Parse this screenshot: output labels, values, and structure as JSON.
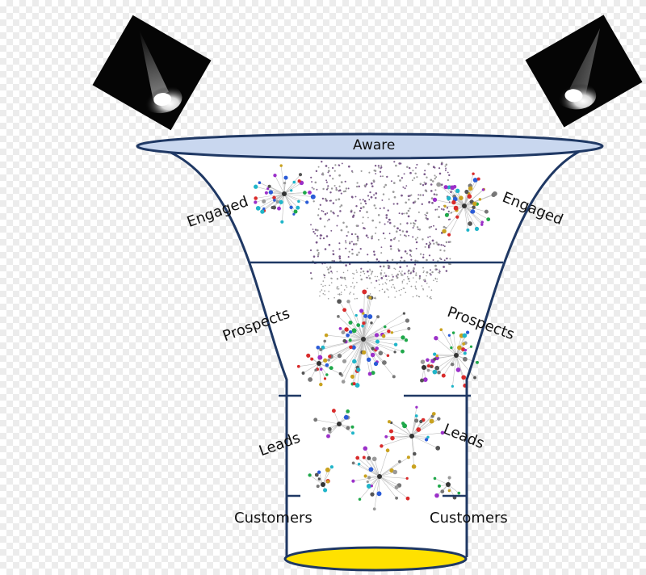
{
  "funnel": {
    "top_label": "Aware",
    "stages": {
      "engaged": "Engaged",
      "prospects": "Prospects",
      "leads": "Leads",
      "customers": "Customers"
    }
  },
  "colors": {
    "rim_fill": "#c9d7ef",
    "outline": "#1f3864",
    "base_fill": "#ffe100",
    "node_edge": "#8c8c8c"
  },
  "icons": {
    "left_spotlight": "spotlight-icon",
    "right_spotlight": "spotlight-icon"
  }
}
